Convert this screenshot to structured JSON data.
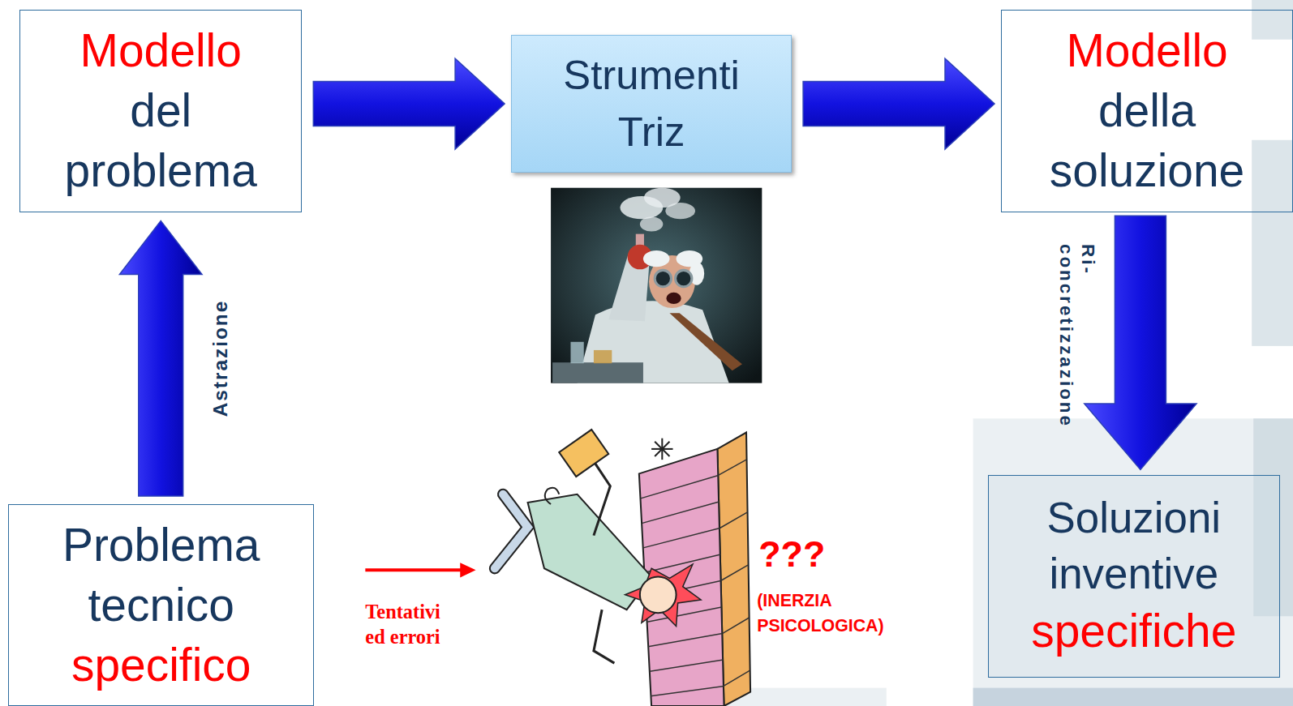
{
  "diagram": {
    "nodes": [
      {
        "text": [
          "Modello",
          "del problema"
        ]
      },
      {
        "text": [
          "Strumenti Triz"
        ]
      },
      {
        "text": [
          "Modello",
          "della soluzione"
        ]
      },
      {
        "text": [
          "Problema tecnico",
          "specifico"
        ]
      },
      {
        "text": [
          "Soluzioni inventive",
          "specifiche"
        ]
      }
    ],
    "edges": [
      {
        "from": 3,
        "to": 0,
        "arrow": "to",
        "label": "Astrazione"
      },
      {
        "from": 0,
        "to": 1,
        "arrow": "to"
      },
      {
        "from": 1,
        "to": 2,
        "arrow": "to"
      },
      {
        "from": 2,
        "to": 4,
        "arrow": "to",
        "label": "Ri- concretizzazione"
      }
    ],
    "labels": [
      "Tentativi ed errori",
      "???",
      "(INERZIA PSICOLOGICA)"
    ]
  }
}
